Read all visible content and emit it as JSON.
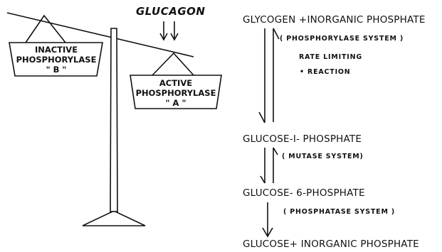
{
  "balance": {
    "hormone": "GLUCAGON",
    "left_pan": {
      "line1": "INACTIVE",
      "line2": "PHOSPHORYLASE",
      "line3": "\" B \""
    },
    "right_pan": {
      "line1": "ACTIVE",
      "line2": "PHOSPHORYLASE",
      "line3": "\" A \""
    }
  },
  "pathway": {
    "steps": [
      "GLYCOGEN +INORGANIC  PHOSPHATE",
      "GLUCOSE-I- PHOSPHATE",
      "GLUCOSE- 6-PHOSPHATE",
      "GLUCOSE+ INORGANIC  PHOSPHATE"
    ],
    "enzymes": {
      "phosphorylase": "( PHOSPHORYLASE  SYSTEM )",
      "rate_limiting_1": "RATE  LIMITING",
      "rate_limiting_2": "•  REACTION",
      "mutase": "( MUTASE  SYSTEM)",
      "phosphatase": "( PHOSPHATASE   SYSTEM )"
    }
  }
}
